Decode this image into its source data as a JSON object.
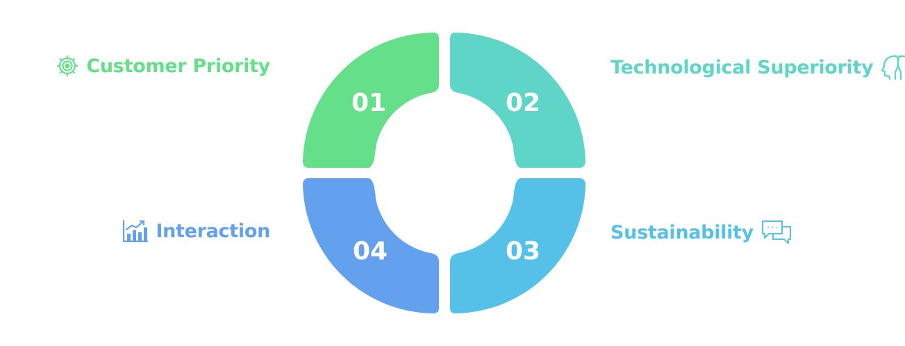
{
  "colors": {
    "green": "#65DF89",
    "teal": "#5ED5C6",
    "sky": "#56C1E8",
    "blue": "#63A1EE"
  },
  "segments": [
    {
      "number": "01",
      "label": "Customer Priority",
      "color": "#65DF89",
      "icon": "gear-target-icon"
    },
    {
      "number": "02",
      "label": "Technological Superiority",
      "color": "#5ED5C6",
      "icon": "two-heads-icon"
    },
    {
      "number": "03",
      "label": "Sustainability",
      "color": "#56C1E8",
      "icon": "speech-bubbles-icon"
    },
    {
      "number": "04",
      "label": "Interaction",
      "color": "#63A1EE",
      "icon": "bar-chart-icon"
    }
  ]
}
